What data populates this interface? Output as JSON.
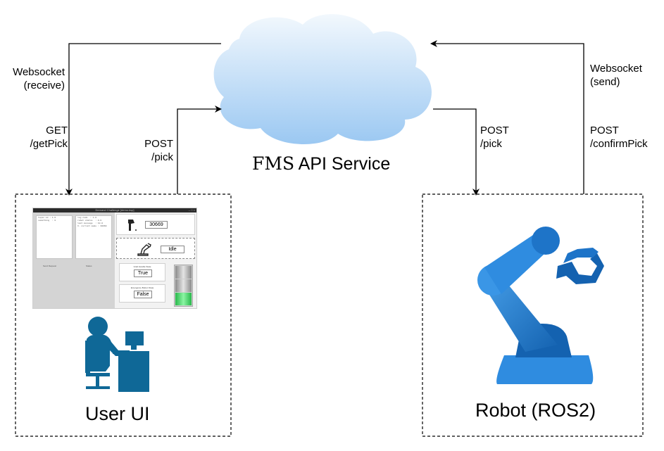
{
  "cloud": {
    "title_fms": "FMS",
    "title_rest": " API Service"
  },
  "left_box": {
    "title": "User UI"
  },
  "right_box": {
    "title": "Robot (ROS2)"
  },
  "edges": {
    "ws_receive": [
      "Websocket",
      "(receive)"
    ],
    "get_pick": [
      "GET",
      "/getPick"
    ],
    "post_pick_ui": [
      "POST",
      "/pick"
    ],
    "post_pick_robot": [
      "POST",
      "/pick"
    ],
    "ws_send": [
      "Websocket",
      "(send)"
    ],
    "post_confirm": [
      "POST",
      "/confirmPick"
    ]
  },
  "mini_ui": {
    "window_title": "Demand Challenge [demo.ksp]",
    "window_controls": "– □ ×",
    "pane1_text": "topic id : 1.0\nsomething  : 0",
    "pane2_text": "log code  : 1.0\nrobot status  : 0.0\nlast message  : 10.0\nX. current mode : 30669",
    "pane1_caption": "Send Request",
    "pane2_caption": "Status",
    "scan_value": "30669",
    "robot_state": "Idle",
    "grab_label": "Grab Handle State",
    "grab_value": "True",
    "estop_label": "Emergency Button State",
    "estop_value": "False"
  },
  "colors": {
    "line": "#000000",
    "cloud_top": "#f2f8fd",
    "cloud_bottom": "#9bc8f2",
    "user_icon": "#0f6897",
    "robot_dark": "#1462b0",
    "robot_light": "#3a96e6",
    "tower_green": "#3de062"
  }
}
